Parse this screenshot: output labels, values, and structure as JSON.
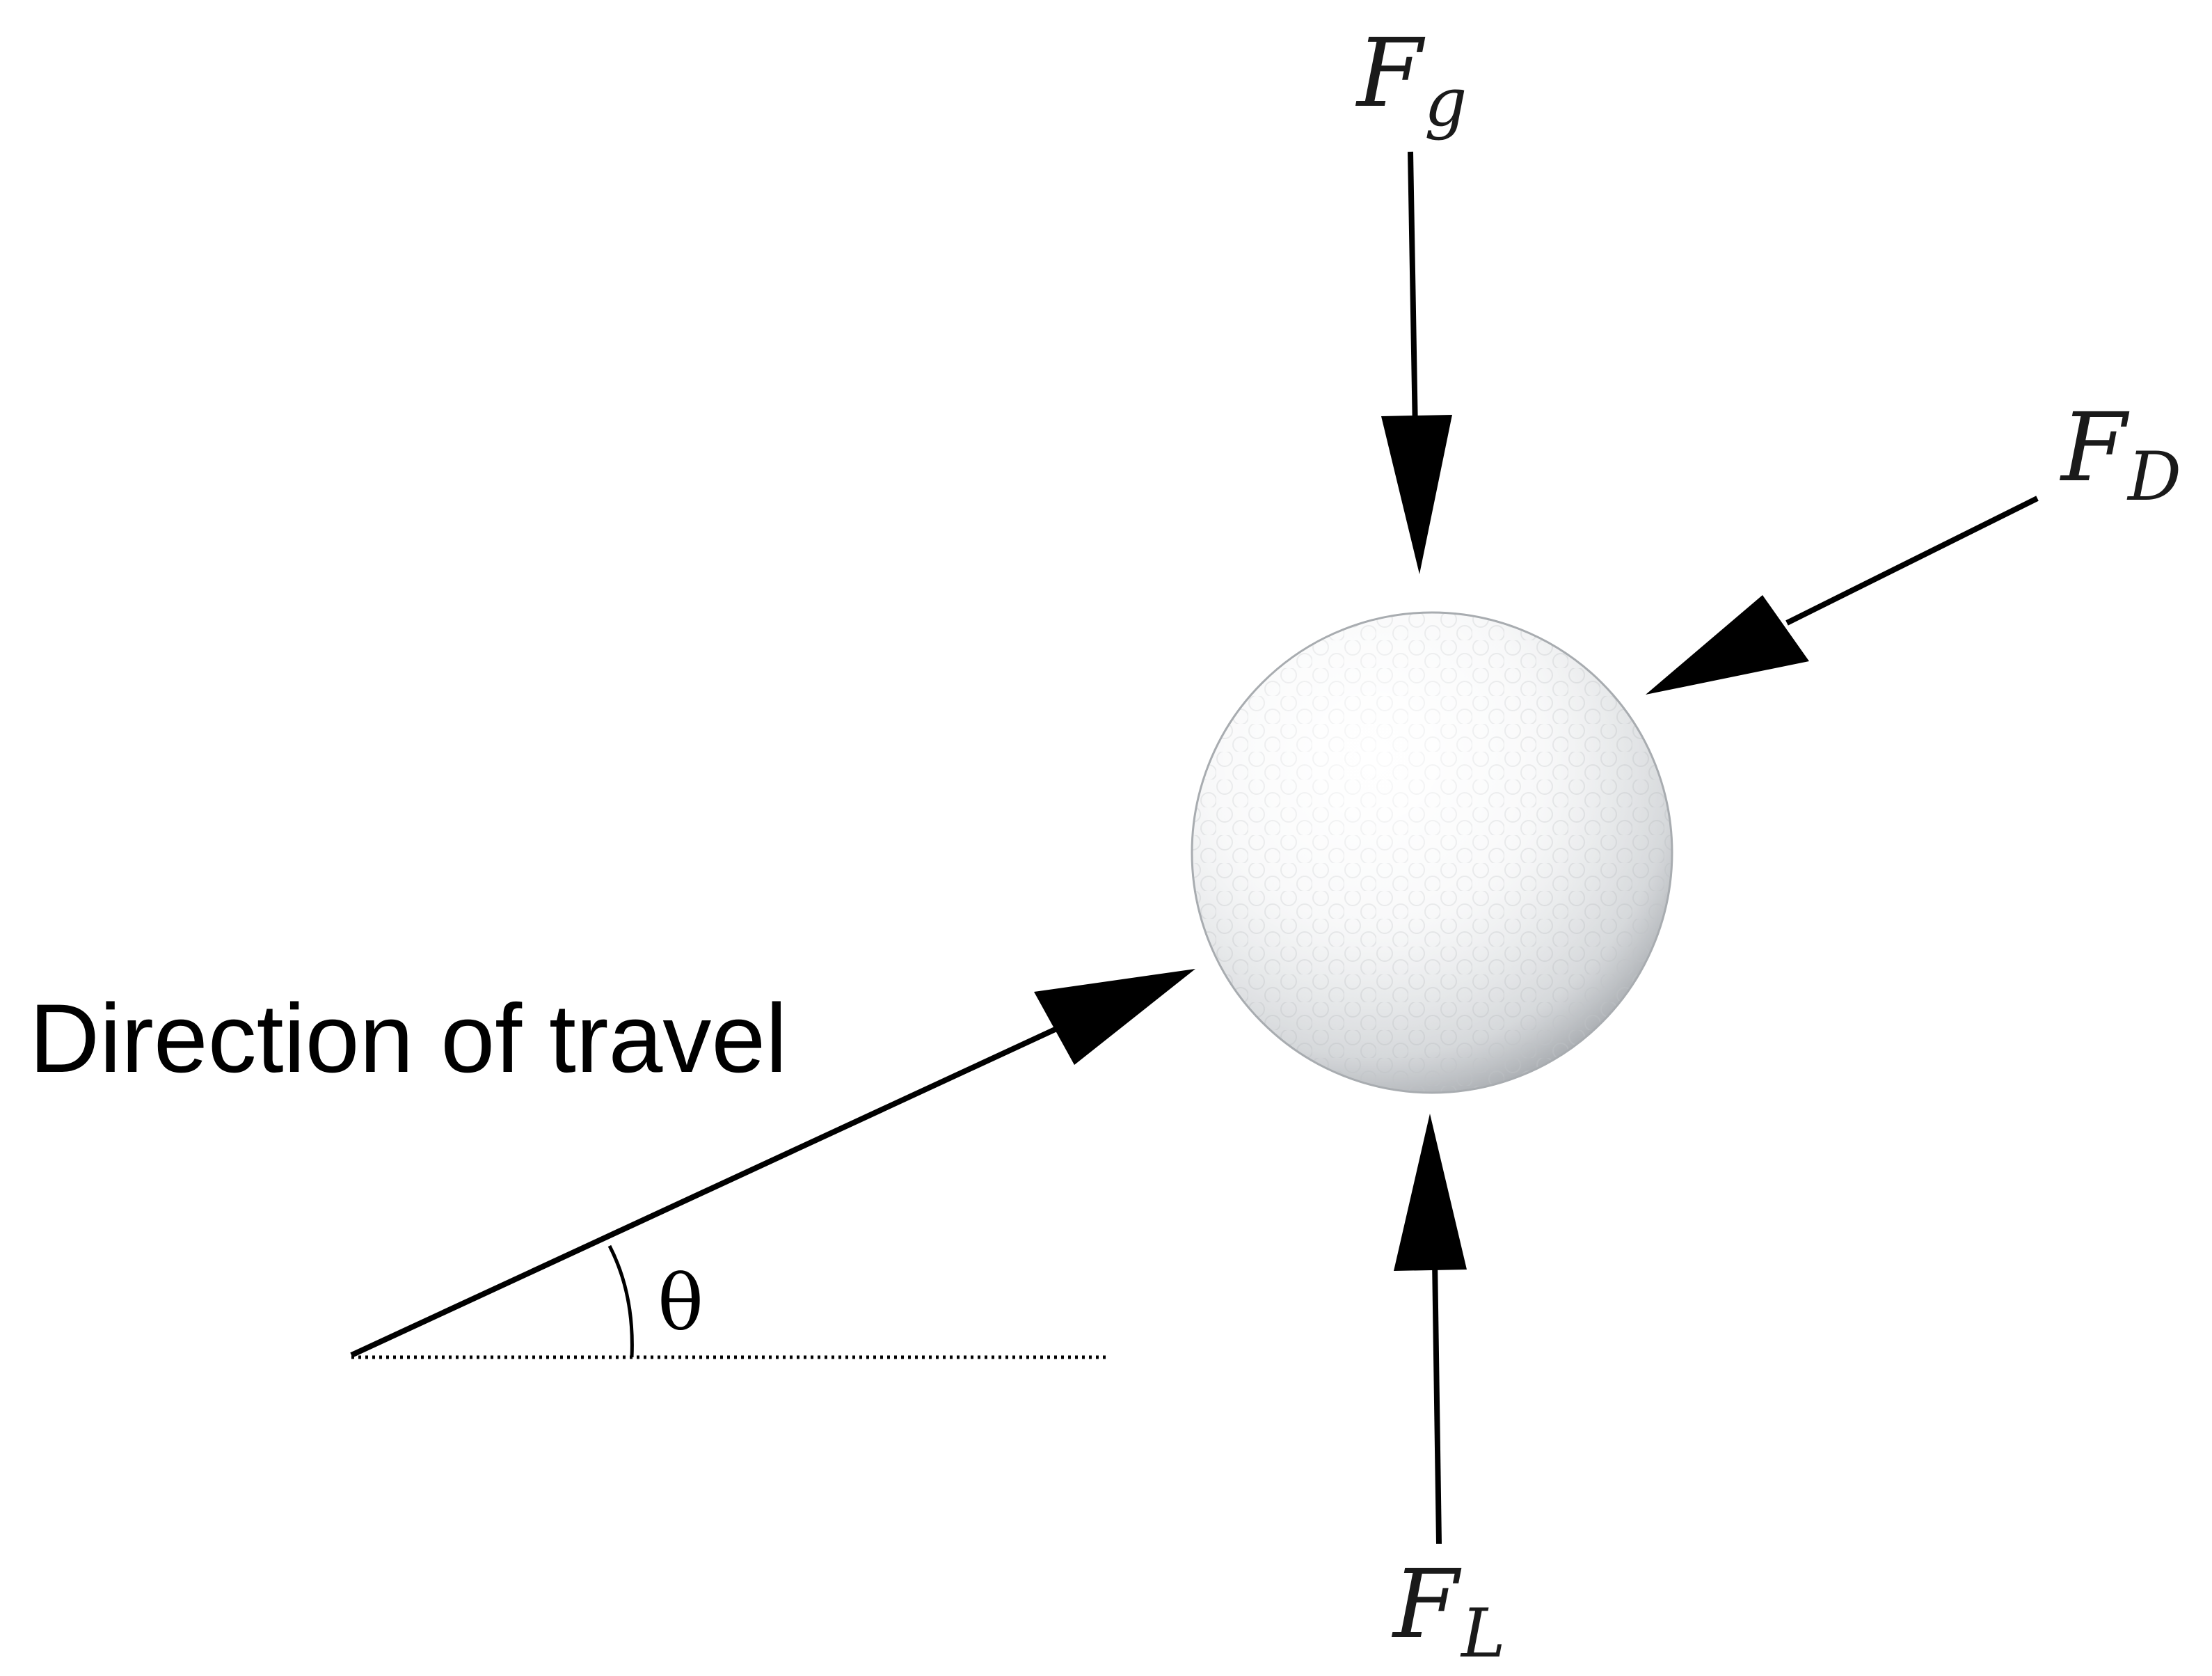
{
  "labels": {
    "travel": "Direction of travel",
    "angle": "θ",
    "gravity": {
      "main": "F",
      "sub": "g"
    },
    "drag": {
      "main": "F",
      "sub": "D"
    },
    "lift": {
      "main": "F",
      "sub": "L"
    }
  },
  "colors": {
    "ink": "#000000",
    "ball_light": "#ffffff",
    "ball_shadow": "#9a9ea3"
  },
  "icons": {
    "ball": "golf-ball-icon"
  }
}
